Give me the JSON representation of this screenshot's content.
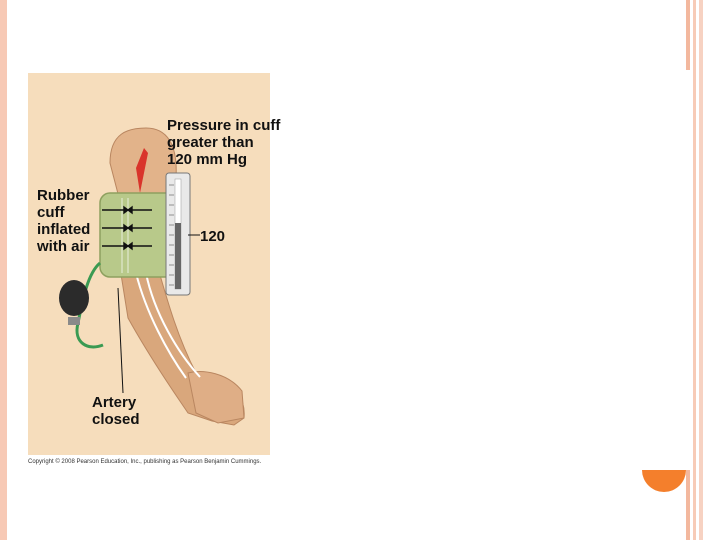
{
  "figure": {
    "label_pressure": "Pressure in cuff\ngreater than\n120 mm Hg",
    "label_cuff": "Rubber\ncuff\ninflated\nwith air",
    "label_gauge_value": "120",
    "label_artery": "Artery\nclosed",
    "copyright": "Copyright © 2008 Pearson Education, Inc., publishing as Pearson Benjamin Cummings."
  },
  "colors": {
    "frame_peach": "#f7c9b5",
    "accent_orange": "#f47f2c",
    "panel_tan": "#f6ddbc",
    "cuff_green": "#b8c98a",
    "tube_green": "#3a9a52",
    "artery_red": "#d9342b",
    "skin": "#d9a77c"
  }
}
